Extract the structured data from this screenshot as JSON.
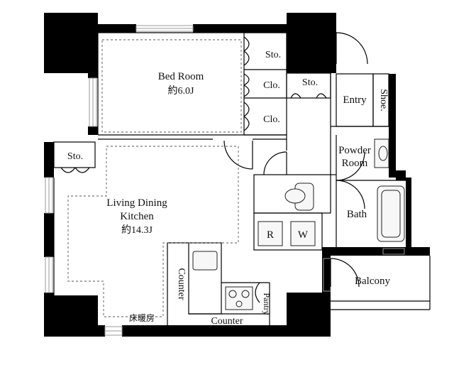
{
  "labels": {
    "bedroom_name": "Bed Room",
    "bedroom_size": "約6.0J",
    "sto_closet_top": "Sto.",
    "clo_1": "Clo.",
    "clo_2": "Clo.",
    "sto_hall": "Sto.",
    "entry": "Entry",
    "shoe": "Shoe.",
    "powder_room_1": "Powder",
    "powder_room_2": "Room",
    "sto_living": "Sto.",
    "ldk_line1": "Living Dining",
    "ldk_line2": "Kitchen",
    "ldk_size": "約14.3J",
    "fridge": "R",
    "washer": "W",
    "bath": "Bath",
    "balcony": "Balcony",
    "counter_vertical": "Counter",
    "counter_horizontal": "Counter",
    "pantry": "Pantry",
    "floor_heating": "床暖房"
  }
}
